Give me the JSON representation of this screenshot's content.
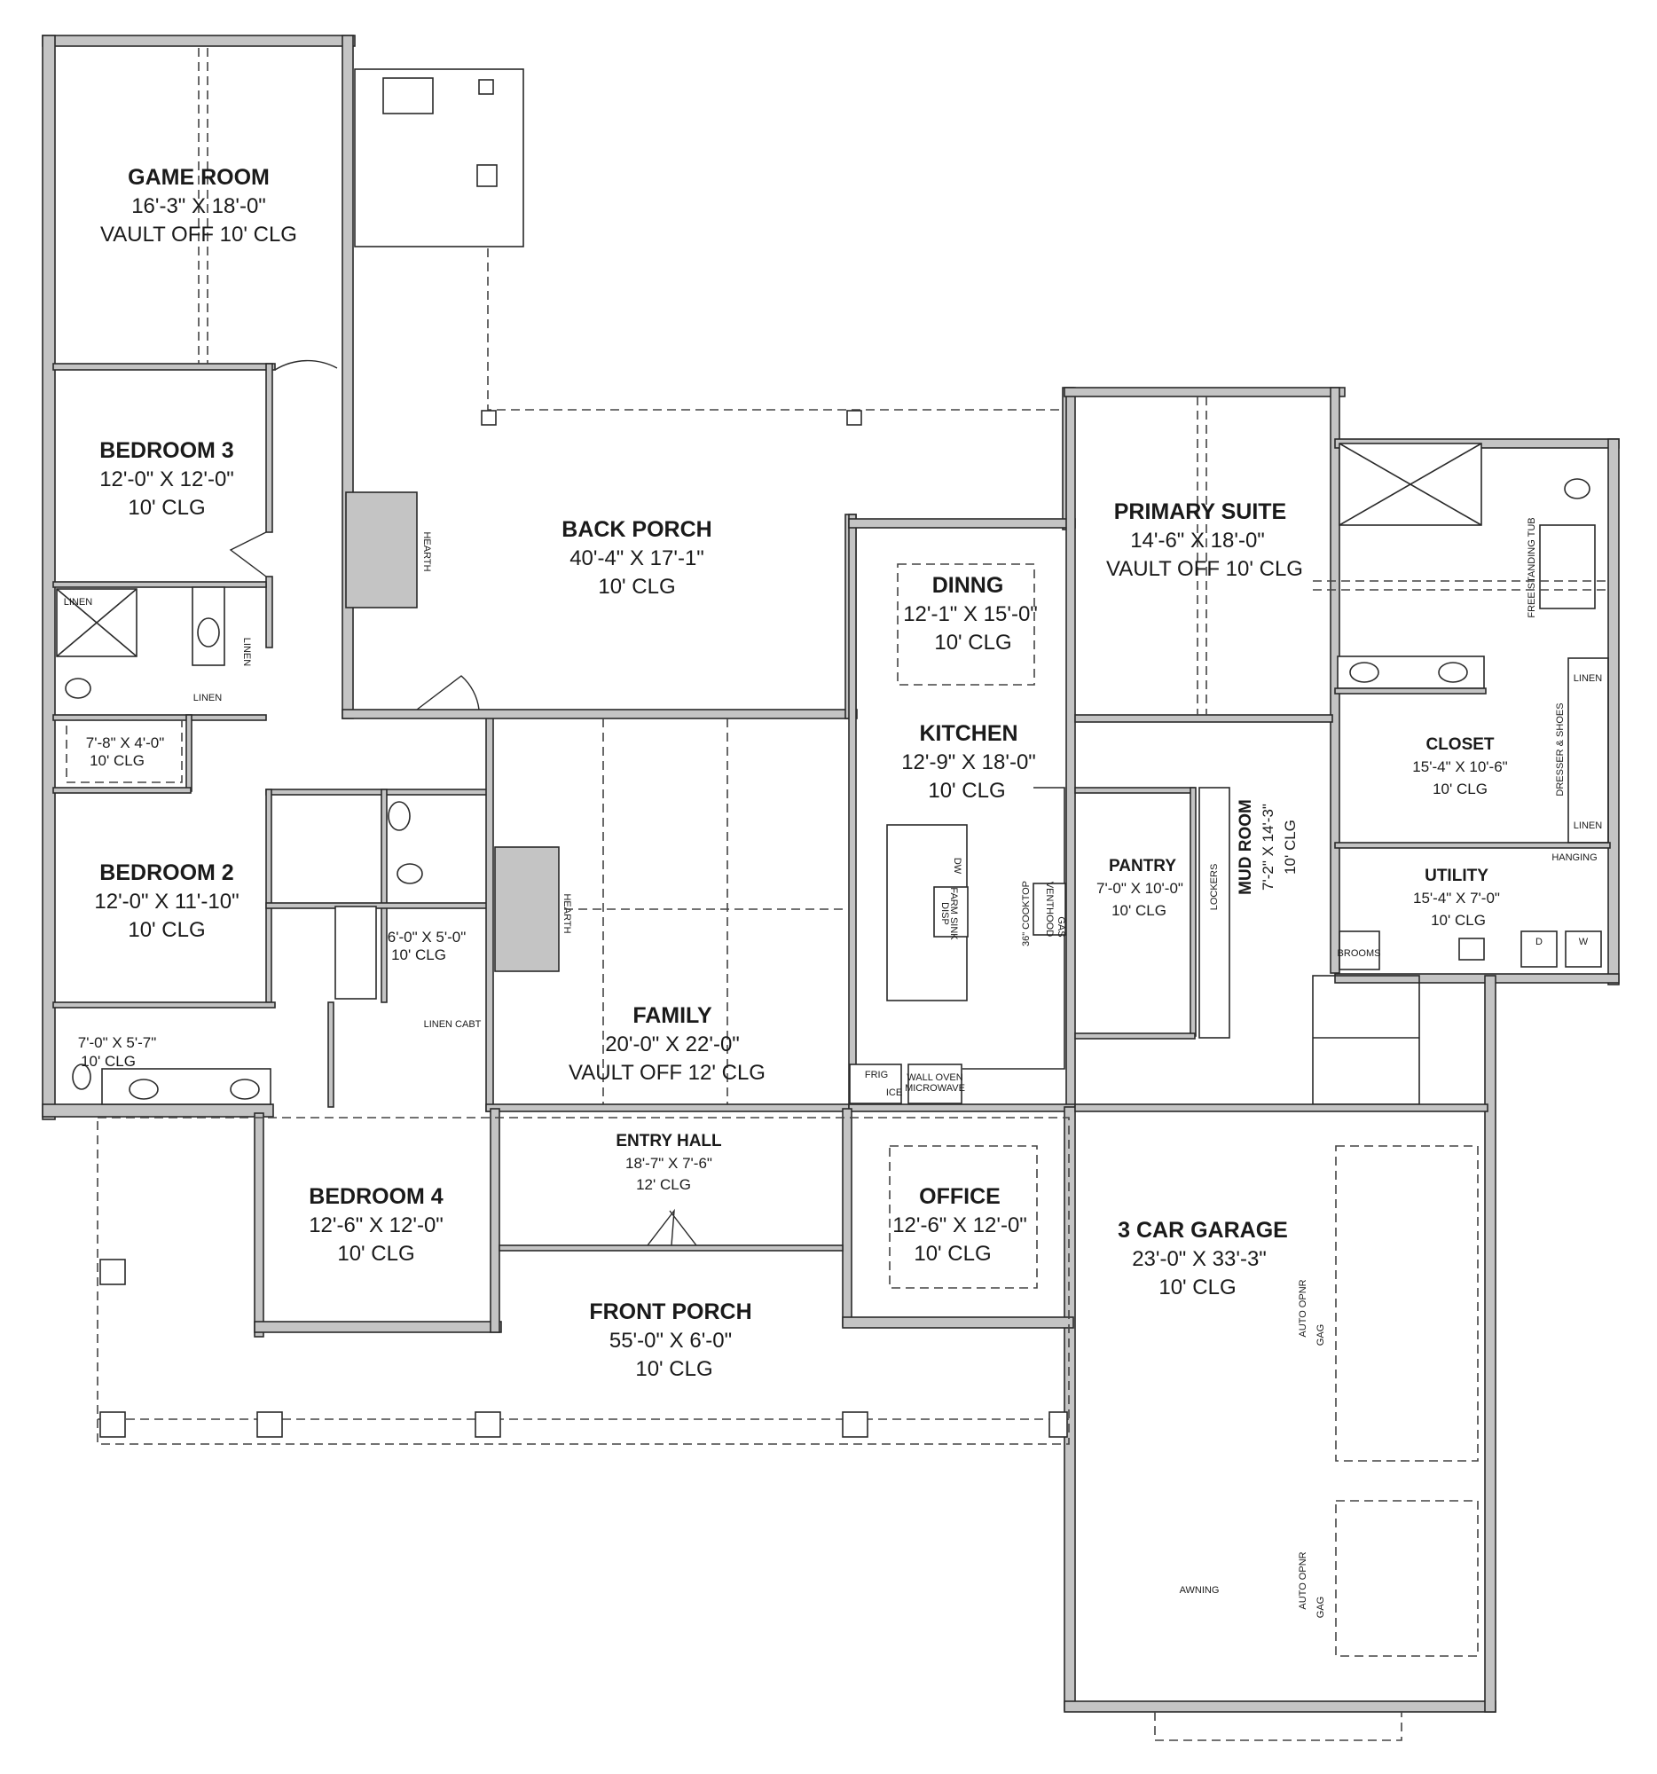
{
  "plan": {
    "rooms": {
      "game_room": {
        "name": "GAME ROOM",
        "dims": "16'-3\" X 18'-0\"",
        "clg": "VAULT OFF 10' CLG"
      },
      "bedroom3": {
        "name": "BEDROOM 3",
        "dims": "12'-0\" X 12'-0\"",
        "clg": "10' CLG"
      },
      "bedroom2": {
        "name": "BEDROOM 2",
        "dims": "12'-0\" X 11'-10\"",
        "clg": "10' CLG"
      },
      "bedroom4": {
        "name": "BEDROOM 4",
        "dims": "12'-6\" X 12'-0\"",
        "clg": "10' CLG"
      },
      "back_porch": {
        "name": "BACK PORCH",
        "dims": "40'-4\" X 17'-1\"",
        "clg": "10' CLG"
      },
      "family": {
        "name": "FAMILY",
        "dims": "20'-0\" X 22'-0\"",
        "clg": "VAULT OFF 12' CLG"
      },
      "entry_hall": {
        "name": "ENTRY HALL",
        "dims": "18'-7\" X 7'-6\"",
        "clg": "12' CLG"
      },
      "front_porch": {
        "name": "FRONT PORCH",
        "dims": "55'-0\" X 6'-0\"",
        "clg": "10' CLG"
      },
      "office": {
        "name": "OFFICE",
        "dims": "12'-6\" X 12'-0\"",
        "clg": "10' CLG"
      },
      "dining": {
        "name": "DINNG",
        "dims": "12'-1\" X 15'-0\"",
        "clg": "10' CLG"
      },
      "kitchen": {
        "name": "KITCHEN",
        "dims": "12'-9\" X 18'-0\"",
        "clg": "10' CLG"
      },
      "primary_suite": {
        "name": "PRIMARY SUITE",
        "dims": "14'-6\" X 18'-0\"",
        "clg": "VAULT OFF 10' CLG"
      },
      "pantry": {
        "name": "PANTRY",
        "dims": "7'-0\" X 10'-0\"",
        "clg": "10' CLG"
      },
      "mud_room": {
        "name": "MUD ROOM",
        "dims": "7'-2\" X 14'-3\"",
        "clg": "10' CLG"
      },
      "closet": {
        "name": "CLOSET",
        "dims": "15'-4\" X 10'-6\"",
        "clg": "10' CLG"
      },
      "utility": {
        "name": "UTILITY",
        "dims": "15'-4\" X 7'-0\"",
        "clg": "10' CLG"
      },
      "garage": {
        "name": "3 CAR GARAGE",
        "dims": "23'-0\" X 33'-3\"",
        "clg": "10' CLG"
      },
      "bath3": {
        "dims": "7'-8\" X 4'-0\"",
        "clg": "10' CLG"
      },
      "bath2": {
        "dims": "6'-0\" X 5'-0\"",
        "clg": "10' CLG"
      },
      "bath4": {
        "dims": "7'-0\" X 5'-7\"",
        "clg": "10' CLG"
      }
    },
    "notes": {
      "linen": "LINEN",
      "linen_cabt": "LINEN CABT",
      "hearth": "HEARTH",
      "dw": "DW",
      "disp": "DISP",
      "farm_sink": "FARM SINK",
      "cooktop": "36\" COOKTOP",
      "venthood": "VENTHOOD",
      "gas": "GAS",
      "frig": "FRIG",
      "ice": "ICE",
      "wall_oven": "WALL OVEN",
      "microwave": "MICROWAVE",
      "lockers": "LOCKERS",
      "free_standing_tub": "FREE STANDING TUB",
      "dresser_shoes": "DRESSER & SHOES",
      "hanging": "HANGING",
      "brooms": "BROOMS",
      "dryer": "D",
      "washer": "W",
      "auto_opener": "AUTO OPNR",
      "gag": "GAG",
      "awning": "AWNING"
    }
  }
}
